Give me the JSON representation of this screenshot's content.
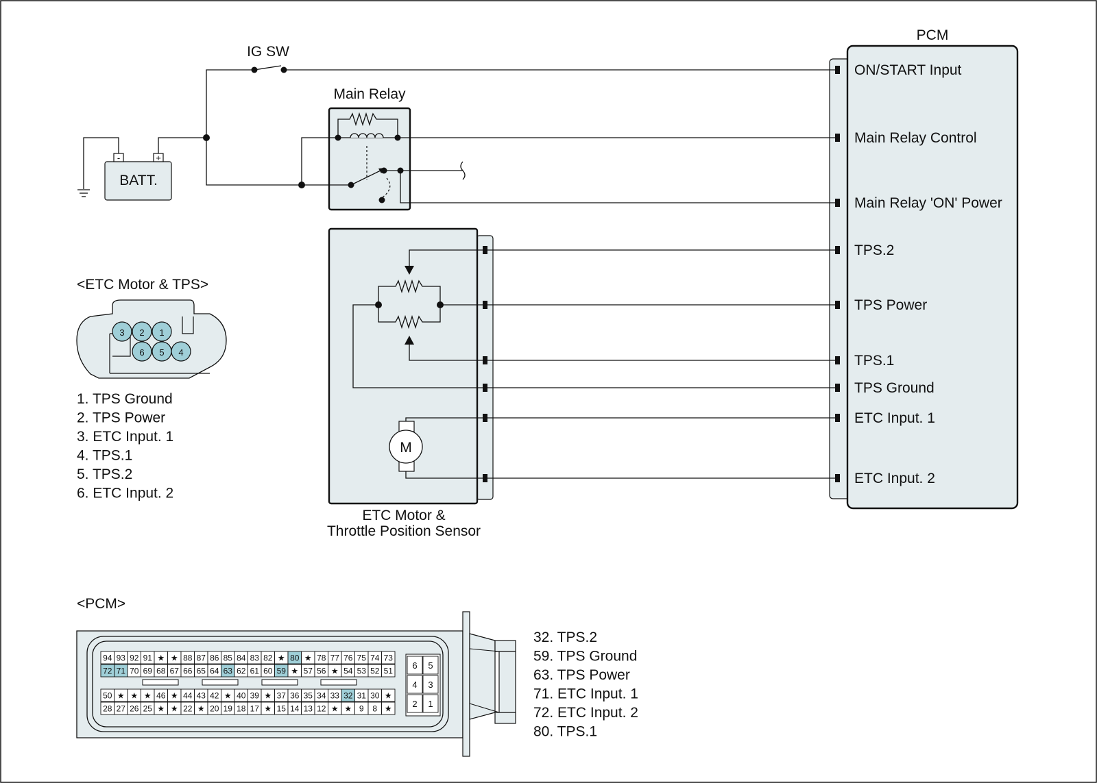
{
  "labels": {
    "pcm_title": "PCM",
    "ig_sw": "IG SW",
    "main_relay": "Main Relay",
    "batt": "BATT.",
    "batt_neg": "-",
    "batt_pos": "+",
    "motor_symbol": "M",
    "etc_line1": "ETC Motor &",
    "etc_line2": "Throttle Position Sensor",
    "etc_conn_title": "<ETC Motor & TPS>",
    "pcm_conn_title": "<PCM>"
  },
  "pcm_pins": [
    "ON/START Input",
    "Main Relay Control",
    "Main Relay 'ON' Power",
    "TPS.2",
    "TPS Power",
    "TPS.1",
    "TPS Ground",
    "ETC Input. 1",
    "ETC Input. 2"
  ],
  "etc_connector": {
    "pins_top": [
      "3",
      "2",
      "1"
    ],
    "pins_bottom": [
      "6",
      "5",
      "4"
    ],
    "legend": [
      "1. TPS Ground",
      "2. TPS Power",
      "3. ETC Input. 1",
      "4. TPS.1",
      "5. TPS.2",
      "6. ETC Input. 2"
    ]
  },
  "pcm_connector": {
    "rows": [
      [
        "94",
        "93",
        "92",
        "91",
        "★",
        "★",
        "88",
        "87",
        "86",
        "85",
        "84",
        "83",
        "82",
        "★",
        "80",
        "★",
        "78",
        "77",
        "76",
        "75",
        "74",
        "73"
      ],
      [
        "72",
        "71",
        "70",
        "69",
        "68",
        "67",
        "66",
        "65",
        "64",
        "63",
        "62",
        "61",
        "60",
        "59",
        "★",
        "57",
        "56",
        "★",
        "54",
        "53",
        "52",
        "51"
      ],
      [
        "50",
        "★",
        "★",
        "★",
        "46",
        "★",
        "44",
        "43",
        "42",
        "★",
        "40",
        "39",
        "★",
        "37",
        "36",
        "35",
        "34",
        "33",
        "32",
        "31",
        "30",
        "★"
      ],
      [
        "28",
        "27",
        "26",
        "25",
        "★",
        "★",
        "22",
        "★",
        "20",
        "19",
        "18",
        "17",
        "★",
        "15",
        "14",
        "13",
        "12",
        "★",
        "★",
        "9",
        "8",
        "★"
      ]
    ],
    "highlighted": [
      "80",
      "72",
      "71",
      "63",
      "59",
      "32"
    ],
    "small_block": [
      "6",
      "5",
      "4",
      "3",
      "2",
      "1"
    ],
    "legend": [
      "32. TPS.2",
      "59. TPS Ground",
      "63. TPS Power",
      "71. ETC Input. 1",
      "72. ETC Input. 2",
      "80. TPS.1"
    ]
  },
  "colors": {
    "box_fill": "#e4ecee",
    "pin_highlight": "#9fcfd8",
    "line": "#111111"
  }
}
